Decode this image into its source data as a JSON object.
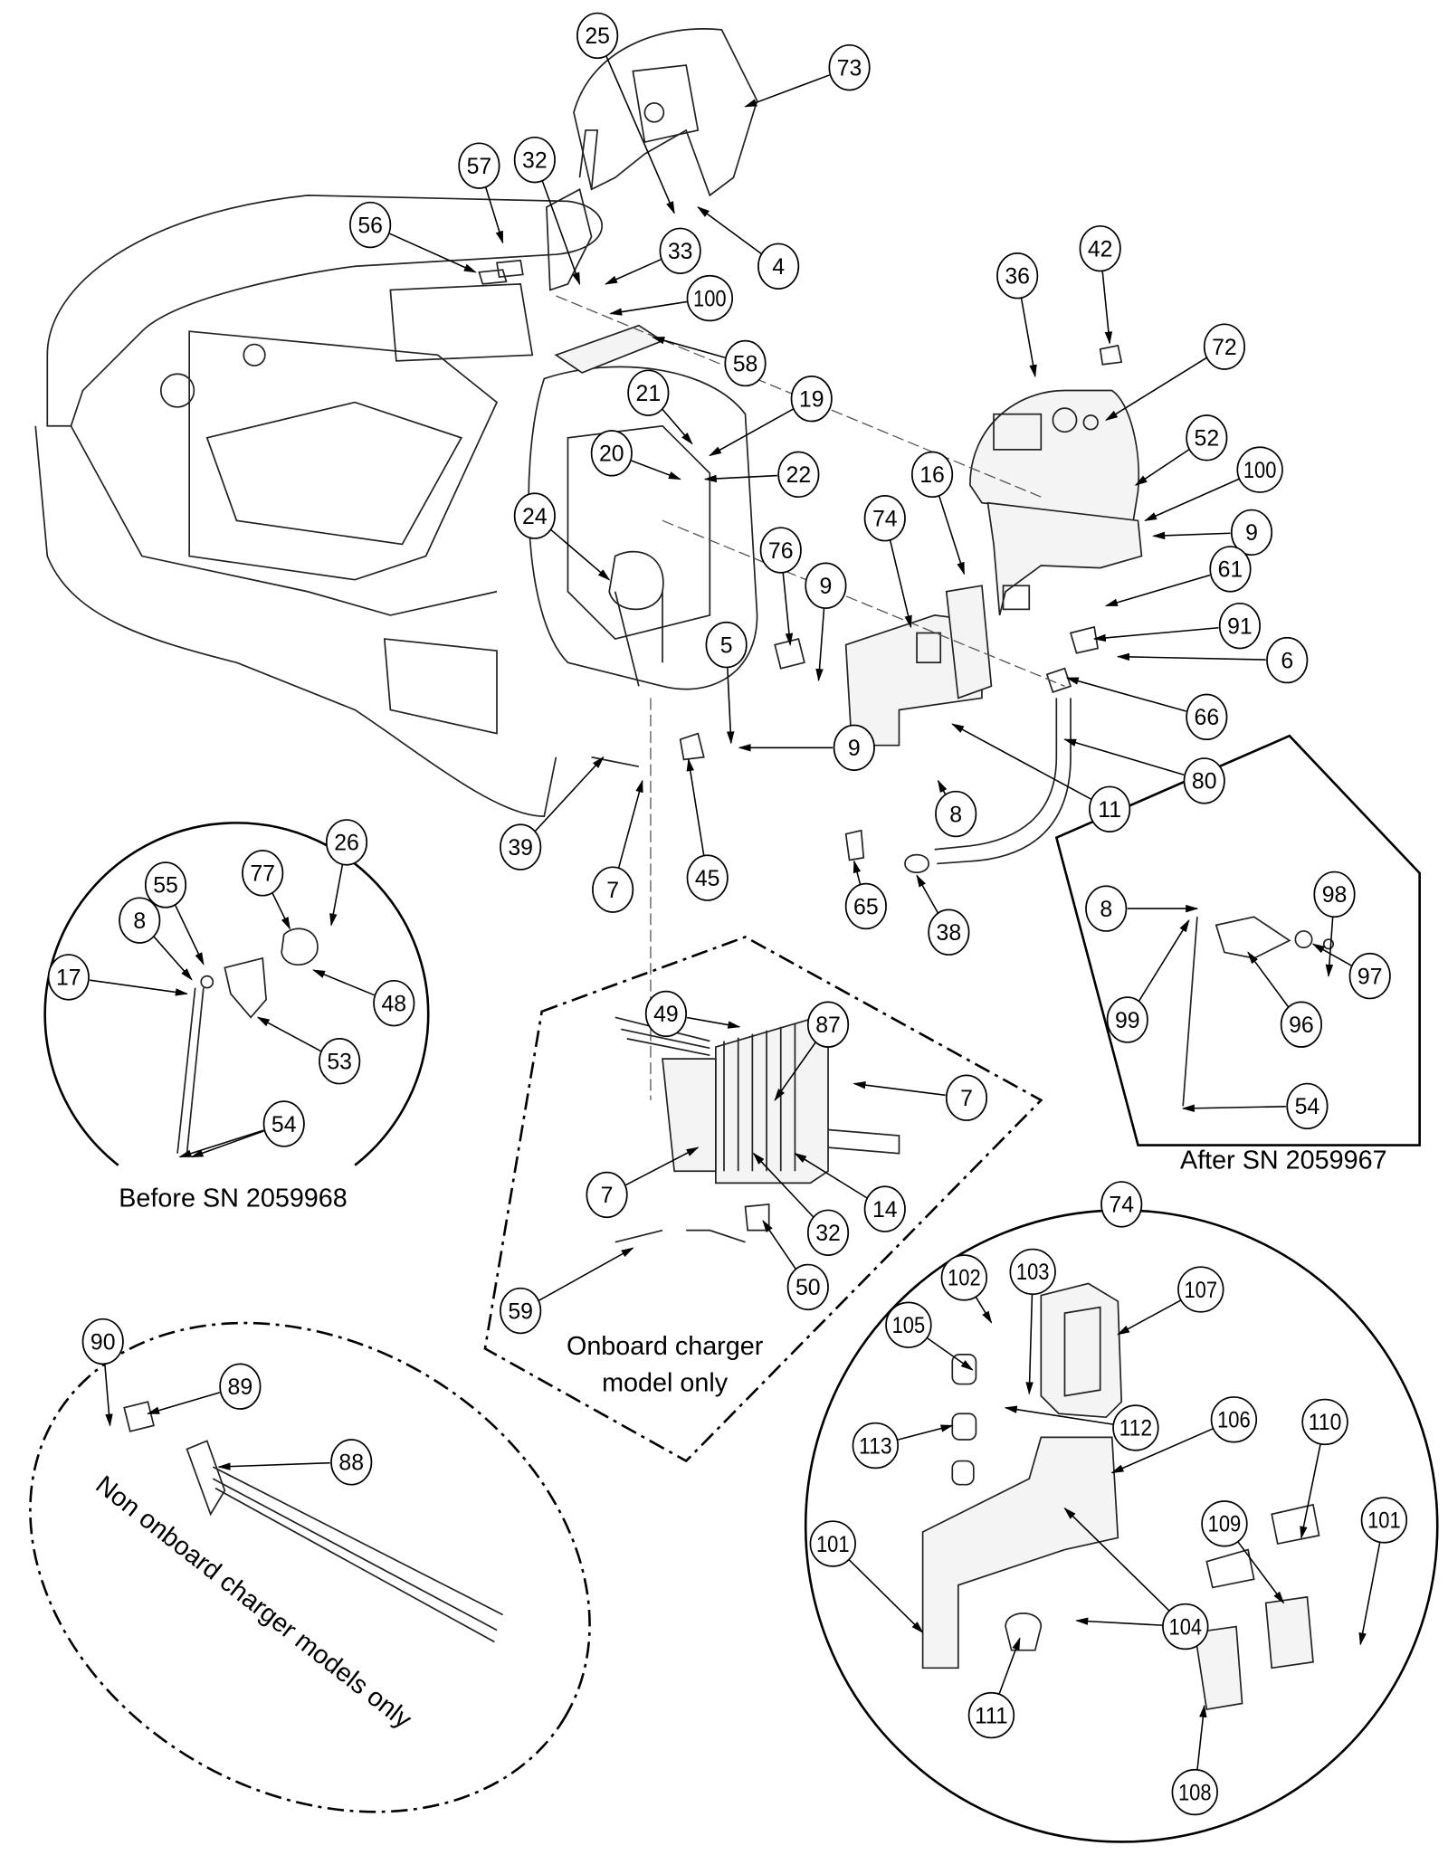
{
  "callouts": [
    "25",
    "73",
    "32",
    "57",
    "56",
    "33",
    "4",
    "100",
    "58",
    "21",
    "19",
    "20",
    "22",
    "24",
    "36",
    "42",
    "72",
    "52",
    "100",
    "9",
    "16",
    "61",
    "91",
    "6",
    "74",
    "76",
    "9",
    "5",
    "9",
    "66",
    "80",
    "11",
    "8",
    "39",
    "7",
    "45",
    "65",
    "38",
    "98",
    "8",
    "97",
    "99",
    "96",
    "54",
    "77",
    "55",
    "26",
    "8",
    "17",
    "48",
    "53",
    "54",
    "49",
    "87",
    "7",
    "7",
    "14",
    "32",
    "50",
    "59",
    "90",
    "89",
    "88",
    "74",
    "102",
    "103",
    "105",
    "107",
    "112",
    "113",
    "106",
    "110",
    "109",
    "101",
    "101",
    "104",
    "111",
    "108"
  ],
  "captions": {
    "after_sn": "After SN 2059967",
    "before_sn": "Before SN 2059968",
    "onboard_line1": "Onboard charger",
    "onboard_line2": "model only",
    "non_onboard": "Non onboard charger models only"
  }
}
